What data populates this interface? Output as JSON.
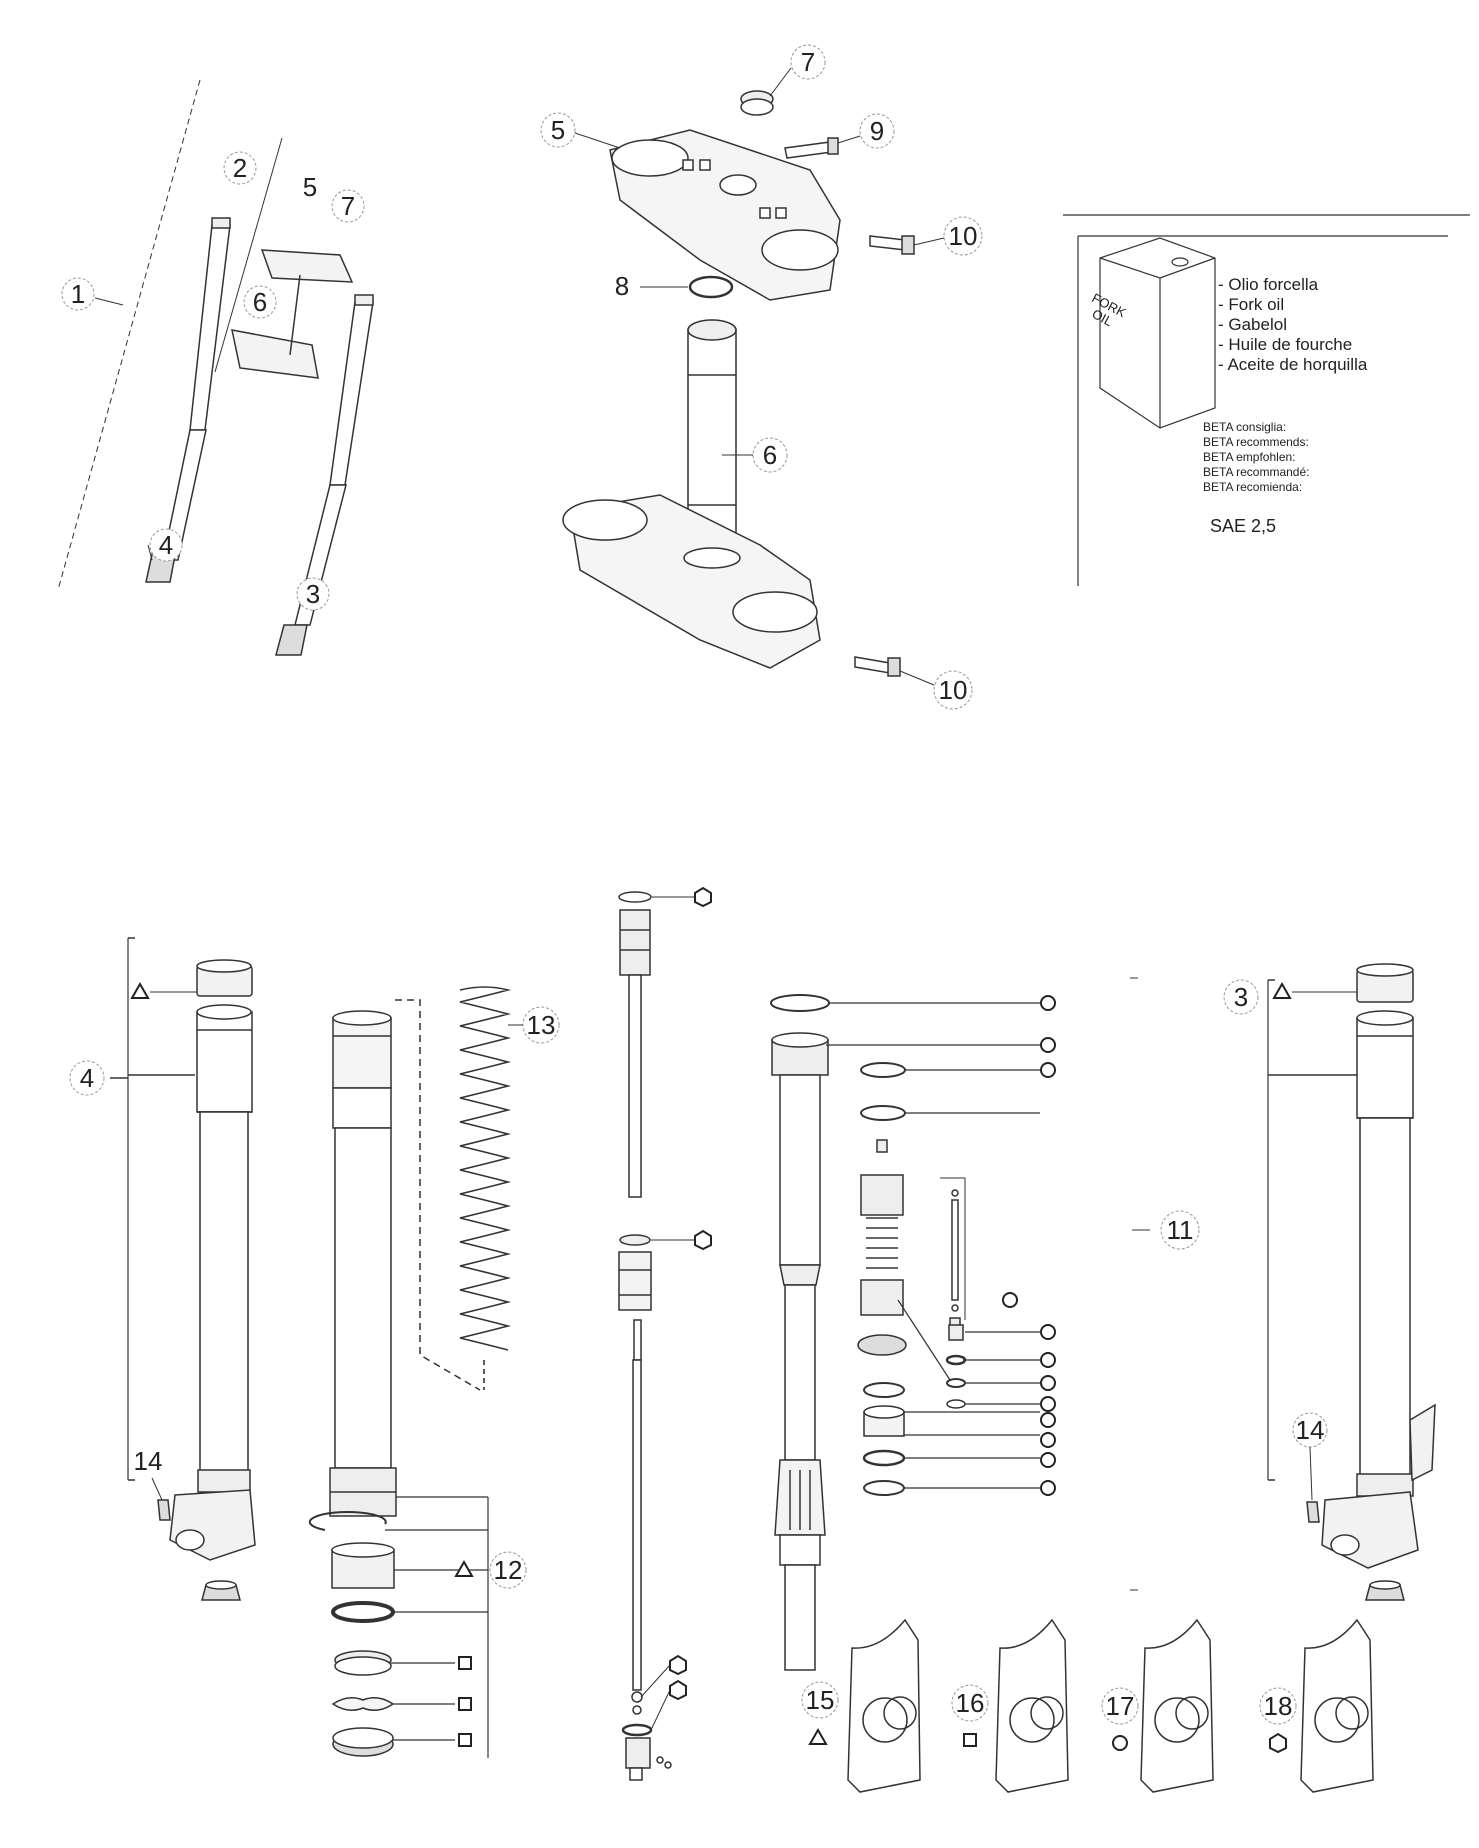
{
  "upper_callouts": [
    {
      "id": "c1",
      "label": "1"
    },
    {
      "id": "c2",
      "label": "2"
    },
    {
      "id": "c5a",
      "label": "5"
    },
    {
      "id": "c7a",
      "label": "7"
    },
    {
      "id": "c6a",
      "label": "6"
    },
    {
      "id": "c4a",
      "label": "4"
    },
    {
      "id": "c3a",
      "label": "3"
    },
    {
      "id": "c7b",
      "label": "7"
    },
    {
      "id": "c5b",
      "label": "5"
    },
    {
      "id": "c9",
      "label": "9"
    },
    {
      "id": "c10a",
      "label": "10"
    },
    {
      "id": "c8",
      "label": "8"
    },
    {
      "id": "c6b",
      "label": "6"
    },
    {
      "id": "c10b",
      "label": "10"
    }
  ],
  "lower_callouts": [
    {
      "id": "c4b",
      "label": "4"
    },
    {
      "id": "c14a",
      "label": "14"
    },
    {
      "id": "c13",
      "label": "13"
    },
    {
      "id": "c12",
      "label": "12"
    },
    {
      "id": "c11",
      "label": "11"
    },
    {
      "id": "c3b",
      "label": "3"
    },
    {
      "id": "c14b",
      "label": "14"
    },
    {
      "id": "c15",
      "label": "15"
    },
    {
      "id": "c16",
      "label": "16"
    },
    {
      "id": "c17",
      "label": "17"
    },
    {
      "id": "c18",
      "label": "18"
    }
  ],
  "fork_oil": {
    "can_label_line1": "FORK",
    "can_label_line2": "OIL",
    "names": [
      "- Olio forcella",
      "- Fork oil",
      "- Gabelol",
      "- Huile de fourche",
      "- Aceite de horquilla"
    ],
    "recommends": [
      "BETA consiglia:",
      "BETA recommends:",
      "BETA empfohlen:",
      "BETA recommandé:",
      "BETA recomienda:"
    ],
    "grade": "SAE 2,5"
  },
  "kit_legend": {
    "kit15_symbol": "triangle",
    "kit16_symbol": "square",
    "kit17_symbol": "circle",
    "kit18_symbol": "hexagon"
  }
}
